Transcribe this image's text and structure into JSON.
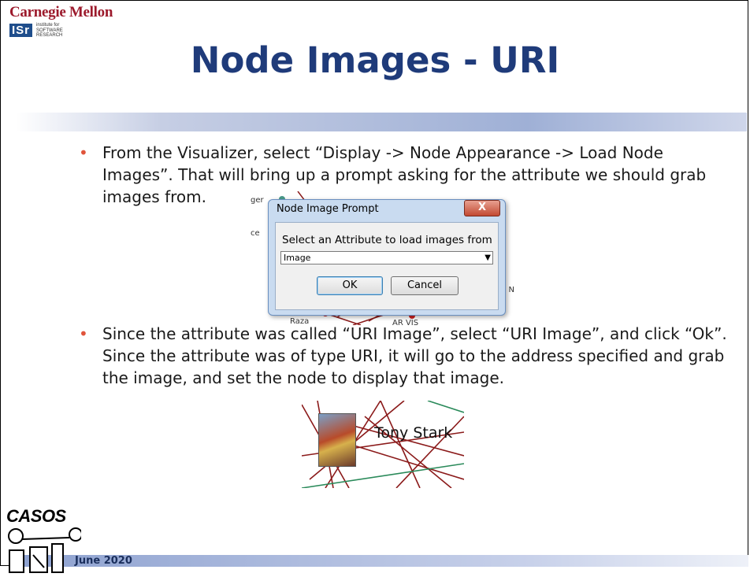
{
  "header": {
    "org_name": "Carnegie Mellon",
    "institute_abbr": "ISr",
    "institute_name": "institute for\nSOFTWARE\nRESEARCH"
  },
  "slide": {
    "title": "Node Images - URI",
    "bullet1": "From the Visualizer, select “Display -> Node Appearance -> Load Node Images”.  That will bring up a prompt asking for the attribute we should grab images from.",
    "bullet2": "Since the attribute was called “URI Image”, select “URI Image”, and click “Ok”.  Since the attribute was of type URI, it will go to the address specified and grab the image, and set the node to display that image."
  },
  "dialog": {
    "title": "Node Image Prompt",
    "close_label": "X",
    "label": "Select an Attribute to load images from",
    "select_value": "Image",
    "ok_label": "OK",
    "cancel_label": "Cancel"
  },
  "screenshot2": {
    "node_label": "Tony Stark"
  },
  "footer": {
    "logo_text": "CASOS",
    "date": "June 2020"
  },
  "colors": {
    "title": "#1f3b7a",
    "bullet": "#e0543b",
    "brand": "#9c1a2c"
  }
}
